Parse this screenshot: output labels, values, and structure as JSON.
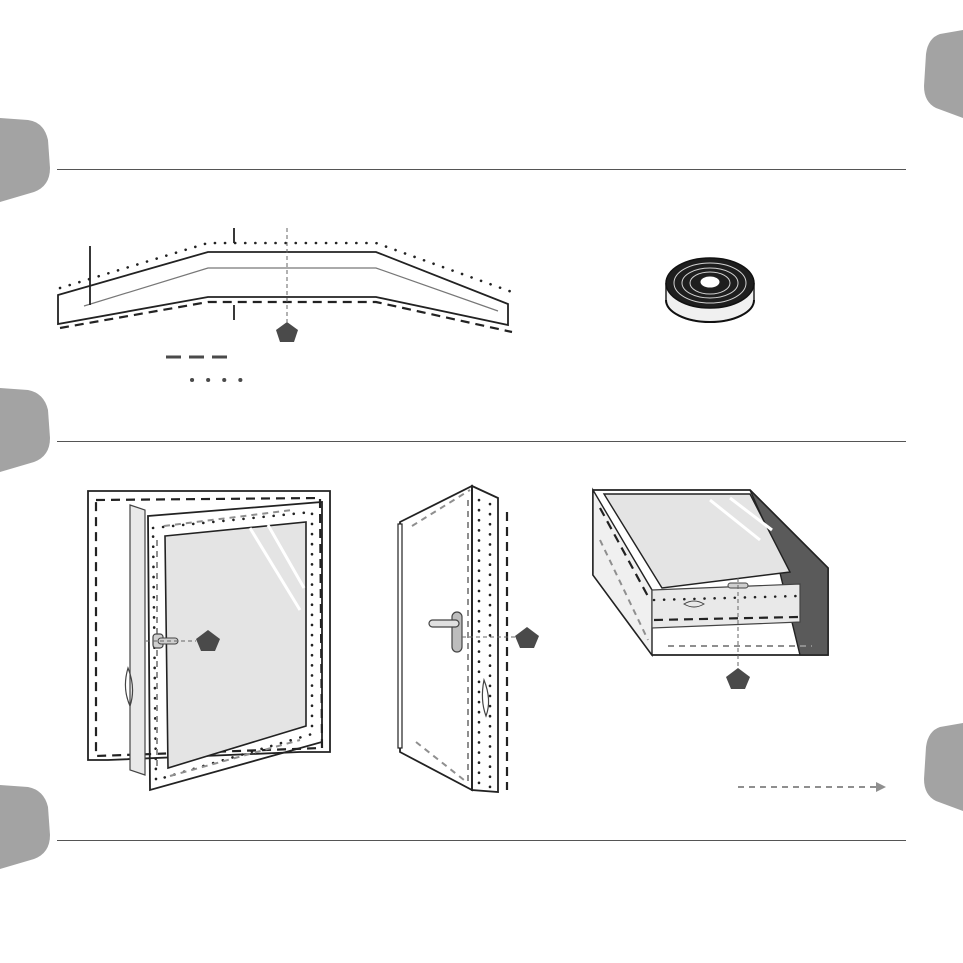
{
  "colors": {
    "tab": "#a3a3a3",
    "marker": "#4a4a4a",
    "line": "#222222",
    "arrow": "#8f8f8f",
    "glass": "#e4e4e4",
    "panel_dark": "#5a5a5a"
  },
  "icons": {
    "side_tabs": "grey-rounded-tab-icon",
    "step_marker": "pentagon-marker-icon",
    "seal_tape": "tape-roll-icon",
    "direction": "dashed-arrow-icon"
  },
  "legend": {
    "dashed_line": "dashed-line-key",
    "dotted_line": "dotted-line-key",
    "arrow_key": "direction-arrow-key"
  }
}
